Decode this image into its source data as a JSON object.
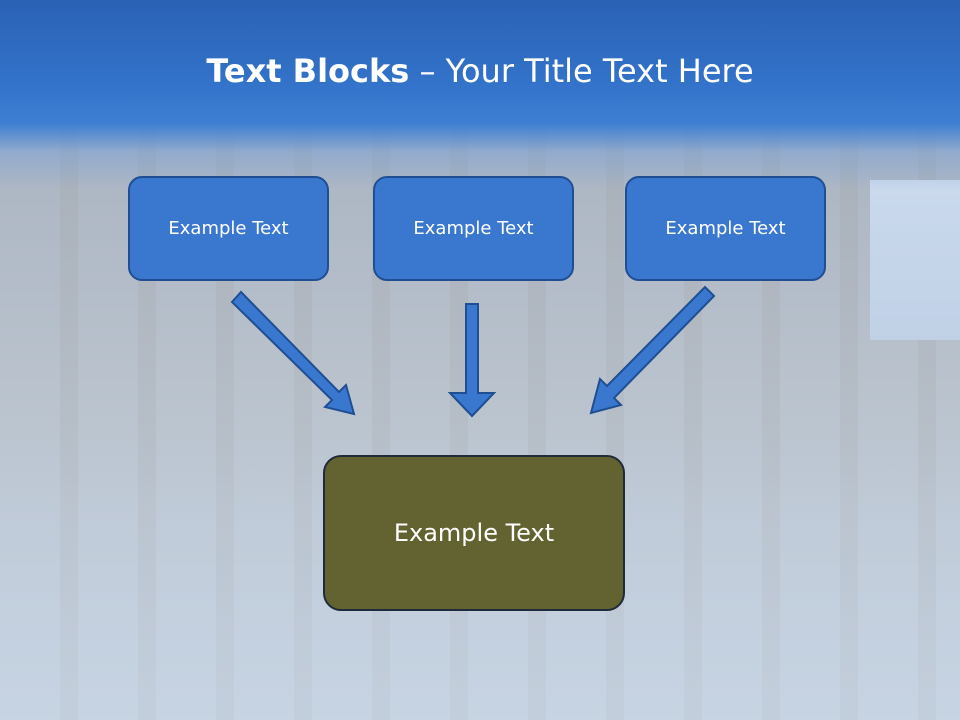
{
  "title": {
    "bold": "Text Blocks",
    "separator": " – ",
    "rest": "Your Title Text Here"
  },
  "blocks": [
    {
      "label": "Example Text"
    },
    {
      "label": "Example Text"
    },
    {
      "label": "Example Text"
    }
  ],
  "result": {
    "label": "Example Text"
  },
  "colors": {
    "header": "#3373ca",
    "block_fill": "#3a78d0",
    "block_border": "#1f4e92",
    "result_fill": "#636331",
    "arrow_fill": "#3a78d0"
  }
}
